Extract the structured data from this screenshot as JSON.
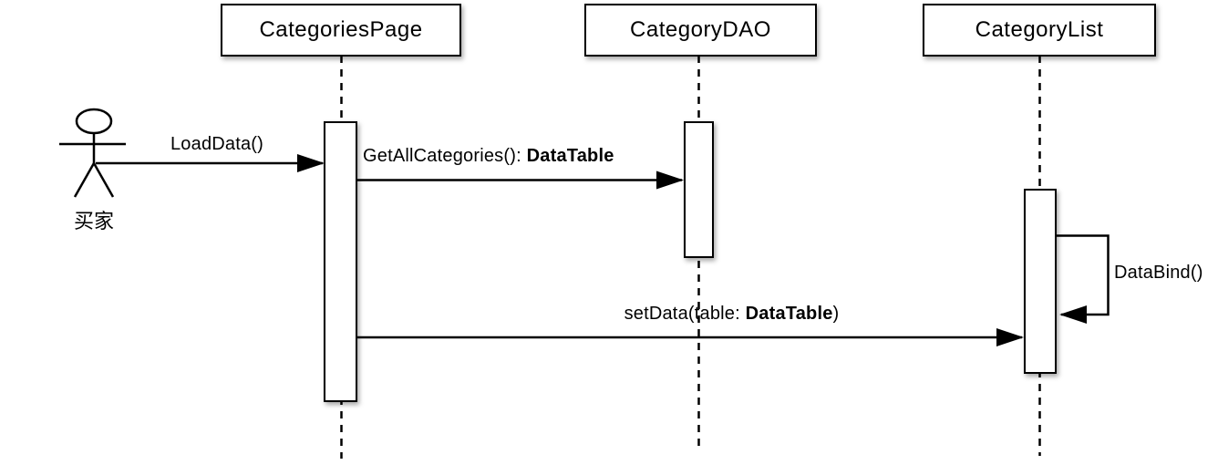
{
  "diagram": {
    "type": "uml-sequence-diagram",
    "colors": {
      "stroke": "#000000",
      "fill": "#ffffff",
      "background": "#ffffff"
    },
    "actor": {
      "label": "买家"
    },
    "participants": [
      {
        "id": "categories-page",
        "label": "CategoriesPage"
      },
      {
        "id": "category-dao",
        "label": "CategoryDAO"
      },
      {
        "id": "category-list",
        "label": "CategoryList"
      }
    ],
    "messages": [
      {
        "id": "load-data",
        "from": "actor",
        "to": "categories-page",
        "prefix": "LoadData()",
        "bold": "",
        "suffix": ""
      },
      {
        "id": "get-all-categories",
        "from": "categories-page",
        "to": "category-dao",
        "prefix": "GetAllCategories(): ",
        "bold": "DataTable",
        "suffix": ""
      },
      {
        "id": "set-data",
        "from": "categories-page",
        "to": "category-list",
        "prefix": "setData(table: ",
        "bold": "DataTable",
        "suffix": ")"
      },
      {
        "id": "data-bind",
        "from": "category-list",
        "to": "category-list",
        "prefix": "DataBind()",
        "bold": "",
        "suffix": ""
      }
    ]
  }
}
